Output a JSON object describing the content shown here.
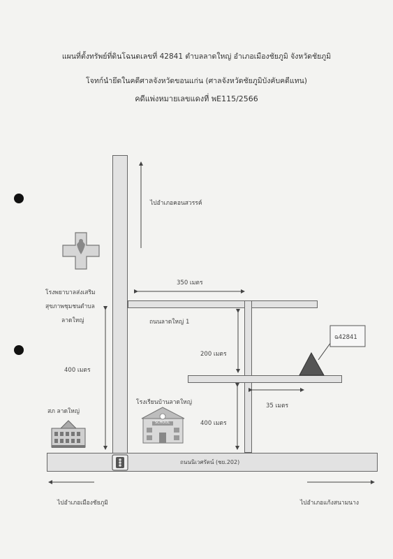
{
  "header": {
    "line1": "แผนที่ตั้งทรัพย์ที่ดินโฉนดเลขที่  42841  ตำบลลาดใหญ่  อำเภอเมืองชัยภูมิ  จังหวัดชัยภูมิ",
    "line2": "โจทก์นำยึดในคดีศาลจังหวัดขอนแก่น (ศาลจังหวัดชัยภูมิบังคับคดีแทน)",
    "line3": "คดีแพ่งหมายเลขแดงที่ พE115/2566"
  },
  "map": {
    "to_khon_sawan": "ไปอำเภอคอนสวรรค์",
    "hospital_label": [
      "โรงพยาบาลส่งเสริม",
      "สุขภาพชุมชนตำบล",
      "ลาดใหญ่"
    ],
    "dist_350": "350 เมตร",
    "road_lat_yai_1": "ถนนลาดใหญ่ 1",
    "dist_200": "200 เมตร",
    "dist_400_left": "400 เมตร",
    "dist_400_right": "400 เมตร",
    "dist_35": "35 เมตร",
    "school_label": "โรงเรียนบ้านลาดใหญ่",
    "school_sign": "SCHOOL",
    "sao_label": "สภ ลาดใหญ่",
    "deed_label": "ฉ42841",
    "main_road": "ถนนนิเวศรัตน์ (ชย.202)",
    "to_mueang": "ไปอำเภอเมืองชัยภูมิ",
    "to_kaeng": "ไปอำเภอแก้งสนามนาง"
  }
}
